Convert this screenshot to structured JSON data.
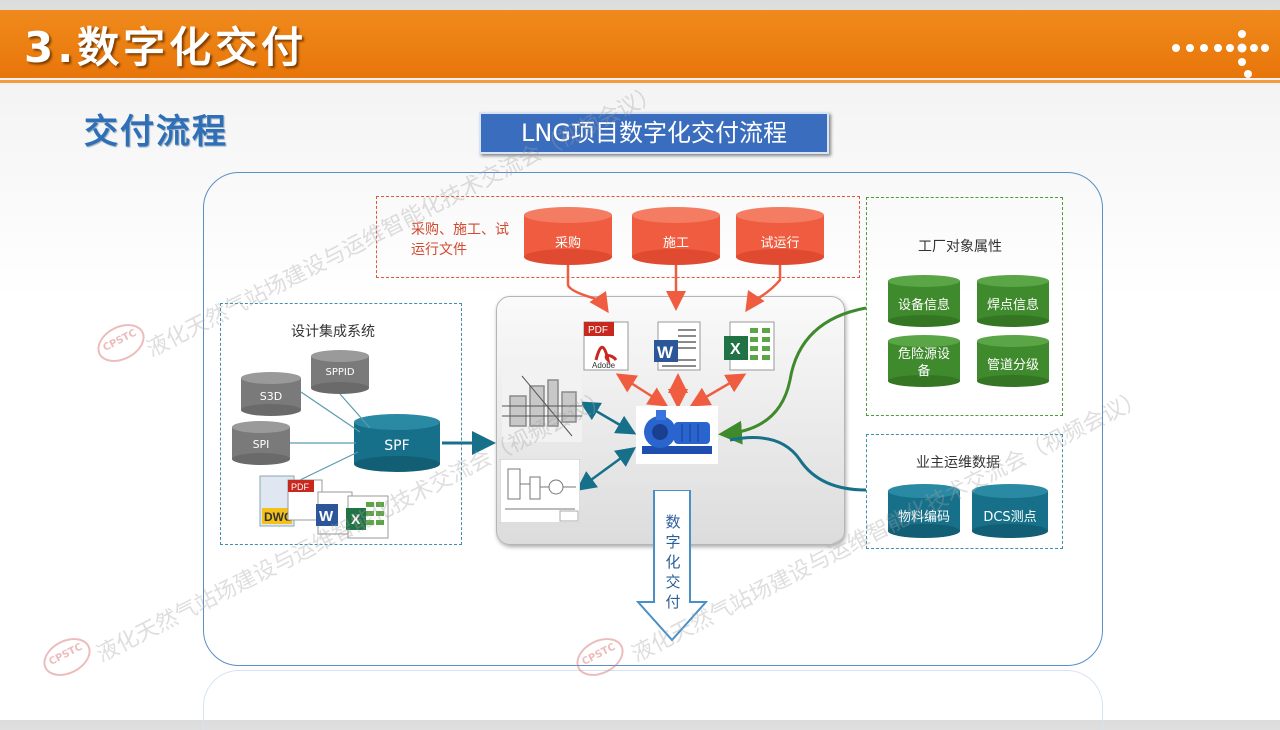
{
  "header": {
    "title": "3.数字化交付"
  },
  "subtitle": "交付流程",
  "diagram": {
    "title": "LNG项目数字化交付流程",
    "procurement": {
      "label": "采购、施工、试运行文件",
      "items": [
        "采购",
        "施工",
        "试运行"
      ]
    },
    "design": {
      "label": "设计集成系统",
      "items": [
        "S3D",
        "SPPID",
        "SPI",
        "SPF"
      ],
      "file_icons": [
        "DWG",
        "PDF",
        "W",
        "X"
      ]
    },
    "factory": {
      "label": "工厂对象属性",
      "items": [
        "设备信息",
        "焊点信息",
        "危险源设备",
        "管道分级"
      ]
    },
    "owner": {
      "label": "业主运维数据",
      "items": [
        "物料编码",
        "DCS测点"
      ]
    },
    "center": {
      "docs": [
        "PDF",
        "Adobe",
        "W",
        "X"
      ],
      "output": "数字化交付"
    },
    "colors": {
      "orange": "#e8760a",
      "red": "#f05c40",
      "teal": "#17708a",
      "green": "#3f8a2c",
      "gray": "#808080",
      "blue": "#3a6dbd"
    }
  },
  "watermark": {
    "text": "液化天然气站场建设与运维智能化技术交流会（视频会议）",
    "stamp": "CPSTC"
  }
}
